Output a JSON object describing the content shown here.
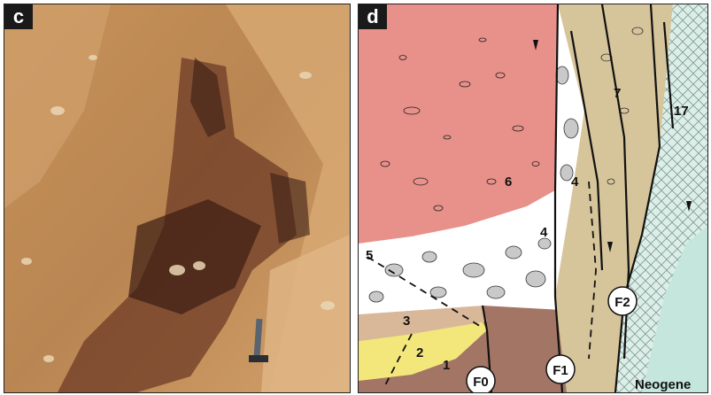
{
  "panels": {
    "photo": {
      "label": "c"
    },
    "sketch": {
      "label": "d",
      "units": [
        "6",
        "4",
        "4",
        "5",
        "3",
        "2",
        "1",
        "7",
        "17"
      ],
      "faults": [
        "F0",
        "F1",
        "F2"
      ],
      "formation": "Neogene"
    }
  },
  "colors": {
    "unit6": "#e8908a",
    "breccia4": "#ffffff",
    "unit3": "#d9b89a",
    "unit2": "#f3e77b",
    "unit1": "#a37565",
    "unit7": "#d6c49a",
    "unit17": "#c5e6dd"
  }
}
